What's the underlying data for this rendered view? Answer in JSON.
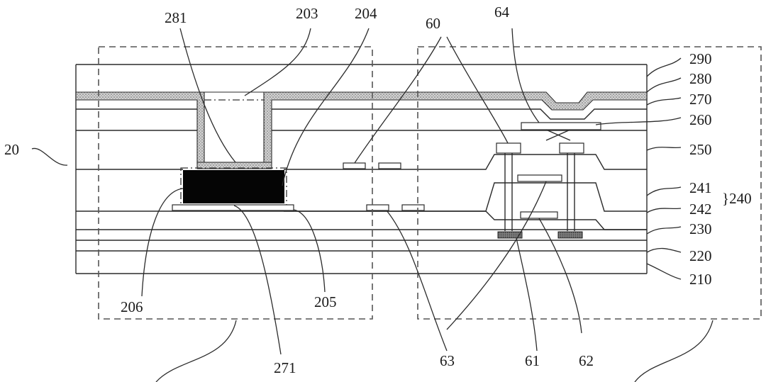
{
  "labels": {
    "l281": "281",
    "l203": "203",
    "l204": "204",
    "l60": "60",
    "l64": "64",
    "l290": "290",
    "l280": "280",
    "l270": "270",
    "l260": "260",
    "l250": "250",
    "l241": "241",
    "l240": "}240",
    "l242": "242",
    "l230": "230",
    "l220": "220",
    "l210": "210",
    "l20": "20",
    "l206": "206",
    "l205": "205",
    "l271": "271",
    "l63": "63",
    "l61": "61",
    "l62": "62"
  }
}
